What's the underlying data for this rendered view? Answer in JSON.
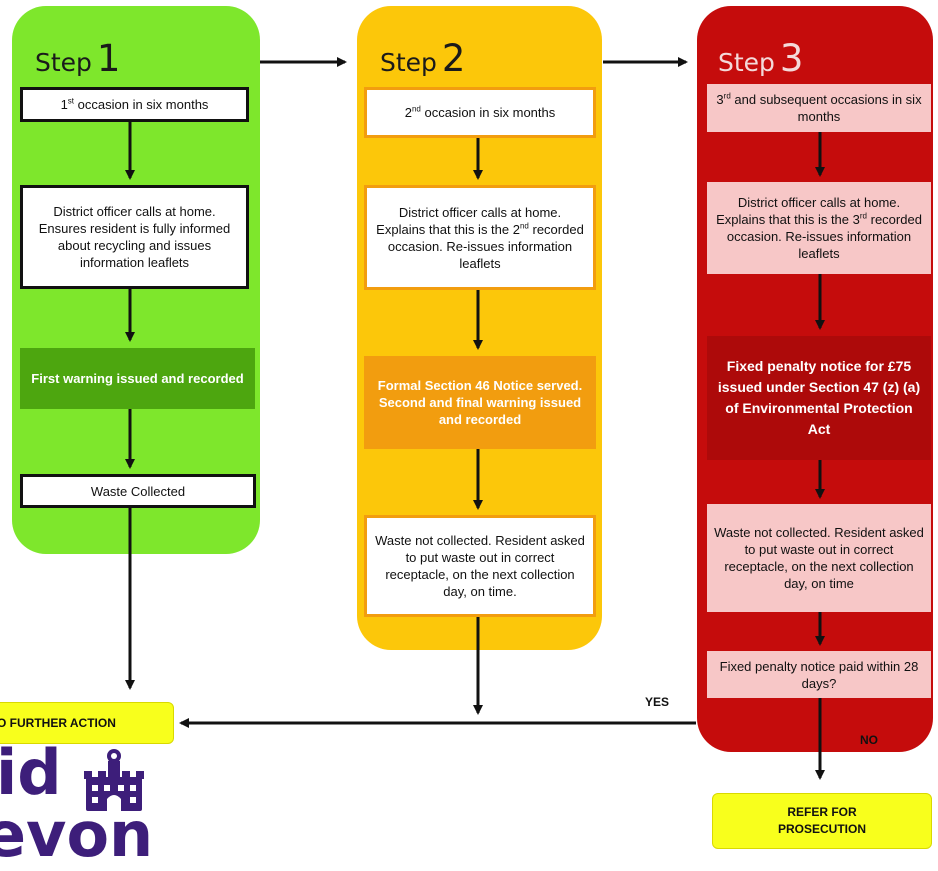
{
  "steps": [
    {
      "word": "Step",
      "number": "1",
      "box1": {
        "pre": "1",
        "sup": "st",
        "post": " occasion in six months"
      },
      "box2": "District officer calls at home. Ensures resident is fully informed about recycling and issues information leaflets",
      "box3": "First warning issued and recorded",
      "box4": "Waste Collected"
    },
    {
      "word": "Step",
      "number": "2",
      "box1": {
        "pre": "2",
        "sup": "nd",
        "post": " occasion in six months"
      },
      "box2": {
        "pre": "District officer calls at home. Explains that this is the 2",
        "sup": "nd",
        "post": " recorded occasion.  Re-issues information leaflets"
      },
      "box3": "Formal Section 46 Notice served. Second and final warning issued and recorded",
      "box4": "Waste not collected. Resident asked to put waste out in correct receptacle, on the next collection day, on time."
    },
    {
      "word": "Step",
      "number": "3",
      "box1": {
        "pre": "3",
        "sup": "rd",
        "post": " and subsequent occasions in six months"
      },
      "box2": {
        "pre": "District officer calls at home. Explains that this is the 3",
        "sup": "rd",
        "post": " recorded occasion.  Re-issues information leaflets"
      },
      "box3": "Fixed penalty notice for £75 issued under Section 47 (z) (a) of Environmental Protection Act",
      "box4": "Waste not collected. Resident asked to put waste out in correct receptacle, on the next collection day, on time",
      "box5": "Fixed penalty notice paid within 28 days?"
    }
  ],
  "outcomes": {
    "no_further_action": "O FURTHER ACTION",
    "refer": "REFER FOR PROSECUTION"
  },
  "labels": {
    "yes": "YES",
    "no": "NO"
  },
  "logo": {
    "line1": "id",
    "line2": "evon"
  },
  "colors": {
    "step1": "#7ee72c",
    "step2": "#fcc70a",
    "step3": "#c50c0c",
    "outcome": "#f8ff1c",
    "logo": "#3d1e7a"
  },
  "icons": [
    "crest-icon"
  ]
}
